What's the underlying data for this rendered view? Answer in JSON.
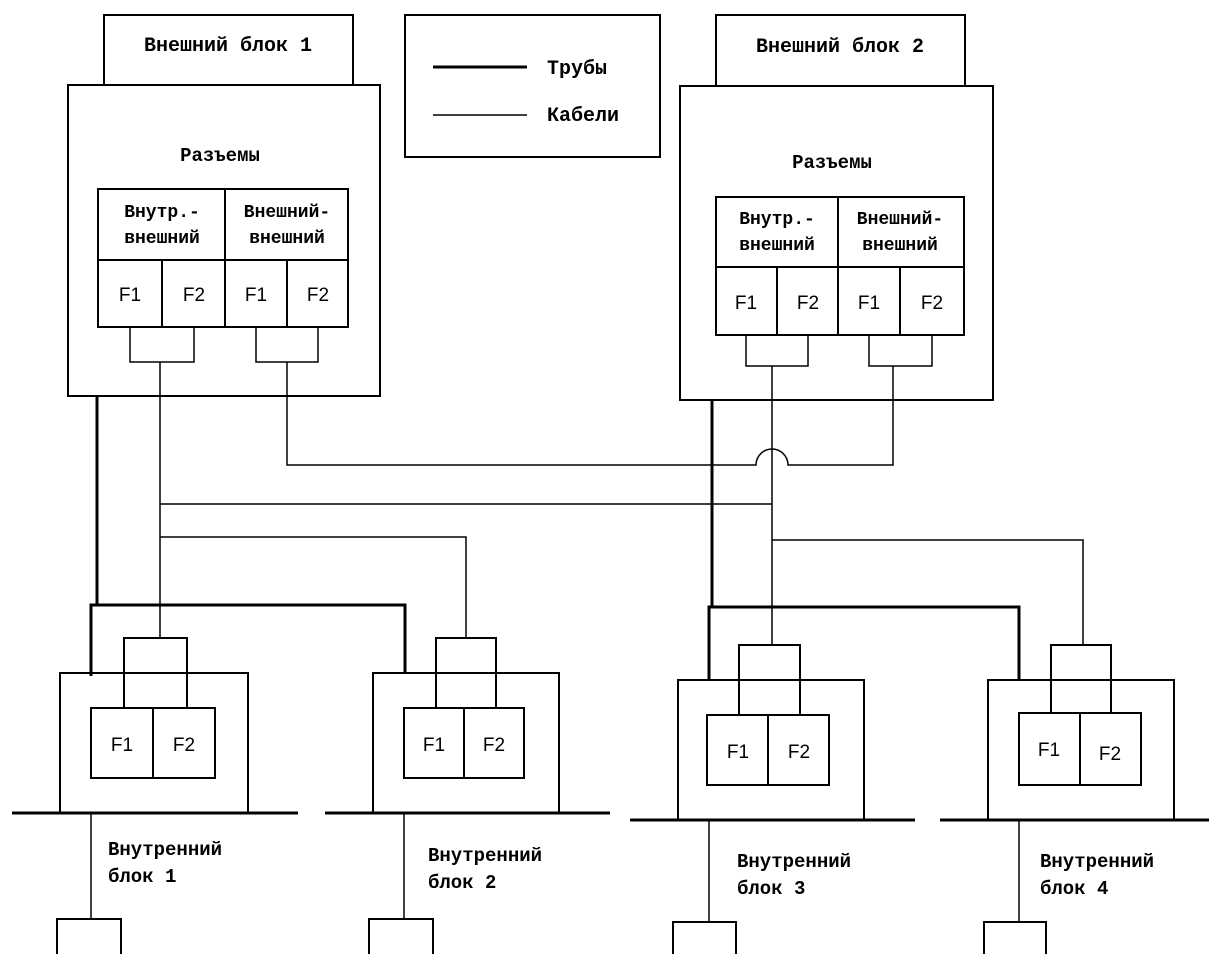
{
  "outdoor_units": [
    {
      "title": "Внешний блок 1",
      "connectors_title": "Разъемы",
      "group_left": [
        "Внутр.-",
        "внешний"
      ],
      "group_right": [
        "Внешний-",
        "внешний"
      ],
      "terminals": [
        "F1",
        "F2",
        "F1",
        "F2"
      ]
    },
    {
      "title": "Внешний блок 2",
      "connectors_title": "Разъемы",
      "group_left": [
        "Внутр.-",
        "внешний"
      ],
      "group_right": [
        "Внешний-",
        "внешний"
      ],
      "terminals": [
        "F1",
        "F2",
        "F1",
        "F2"
      ]
    }
  ],
  "legend": {
    "pipes": "Трубы",
    "cables": "Кабели"
  },
  "indoor_units": [
    {
      "line1": "Внутренний",
      "line2": "блок 1",
      "terminals": [
        "F1",
        "F2"
      ]
    },
    {
      "line1": "Внутренний",
      "line2": "блок 2",
      "terminals": [
        "F1",
        "F2"
      ]
    },
    {
      "line1": "Внутренний",
      "line2": "блок 3",
      "terminals": [
        "F1",
        "F2"
      ]
    },
    {
      "line1": "Внутренний",
      "line2": "блок 4",
      "terminals": [
        "F1",
        "F2"
      ]
    }
  ]
}
